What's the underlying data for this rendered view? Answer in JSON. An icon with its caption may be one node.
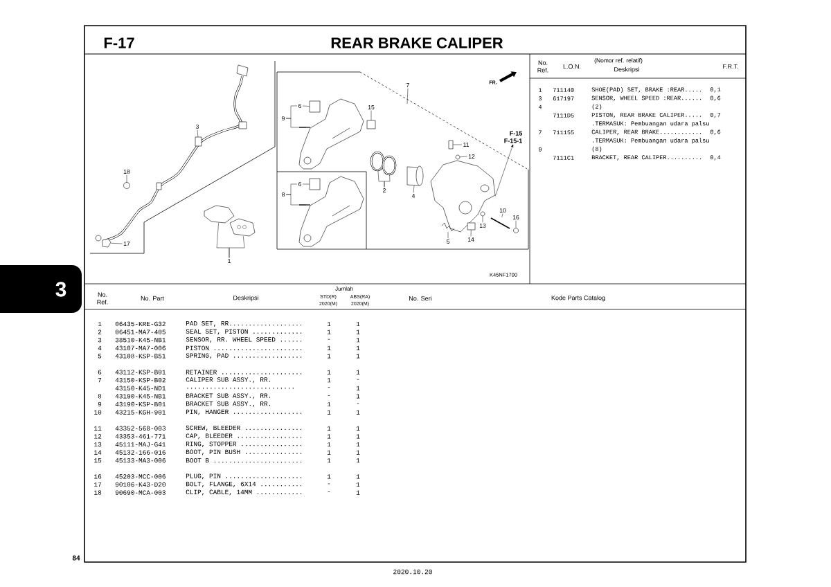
{
  "diagram": {
    "title": "REAR BRAKE CALIPER",
    "nodes": [
      {
        "text": [
          "3"
        ]
      },
      {
        "text": [
          "18"
        ]
      },
      {
        "text": [
          "17"
        ]
      },
      {
        "text": [
          "1"
        ]
      },
      {
        "text": [
          "7"
        ]
      },
      {
        "text": [
          "6"
        ]
      },
      {
        "text": [
          "9"
        ]
      },
      {
        "text": [
          "15"
        ]
      },
      {
        "text": [
          "2"
        ]
      },
      {
        "text": [
          "4"
        ]
      },
      {
        "text": [
          "11"
        ]
      },
      {
        "text": [
          "12"
        ]
      },
      {
        "text": [
          "F-15",
          "F-15-1"
        ]
      },
      {
        "text": [
          "6"
        ]
      },
      {
        "text": [
          "8"
        ]
      },
      {
        "text": [
          "10"
        ]
      },
      {
        "text": [
          "16"
        ]
      },
      {
        "text": [
          "13"
        ]
      },
      {
        "text": [
          "14"
        ]
      },
      {
        "text": [
          "5"
        ]
      },
      {
        "text": [],
        "shape": "box"
      },
      {
        "text": [],
        "shape": "circle"
      },
      {
        "text": [],
        "shape": "picture"
      },
      {
        "text": [],
        "shape": "picture"
      },
      {
        "text": [],
        "shape": "picture"
      },
      {
        "text": [],
        "shape": "box"
      },
      {
        "text": [],
        "shape": "picture"
      },
      {
        "text": [],
        "shape": "box"
      },
      {
        "text": [],
        "shape": "circle"
      },
      {
        "text": [],
        "shape": "circle"
      },
      {
        "text": [],
        "shape": "cylinder"
      },
      {
        "text": [],
        "shape": "box"
      },
      {
        "text": [],
        "shape": "circle"
      },
      {
        "text": [],
        "shape": "picture"
      },
      {
        "text": [],
        "shape": "box"
      },
      {
        "text": [],
        "shape": "picture"
      },
      {
        "text": [],
        "shape": "bar"
      },
      {
        "text": [],
        "shape": "circle"
      },
      {
        "text": [],
        "shape": "circle"
      },
      {
        "text": [],
        "shape": "box"
      },
      {
        "text": [],
        "shape": "picture"
      }
    ],
    "edges": [
      {
        "from": 0,
        "to": 20,
        "arrow": "none"
      },
      {
        "from": 1,
        "to": 21,
        "arrow": "none"
      },
      {
        "from": 2,
        "to": 22,
        "arrow": "none"
      },
      {
        "from": 3,
        "to": 23,
        "arrow": "none"
      },
      {
        "from": 3,
        "to": 24,
        "arrow": "none"
      },
      {
        "from": 4,
        "to": null,
        "arrow": "none"
      },
      {
        "from": 5,
        "to": 25,
        "arrow": "none"
      },
      {
        "from": 6,
        "to": 5,
        "arrow": "none"
      },
      {
        "from": 6,
        "to": 26,
        "arrow": "none"
      },
      {
        "from": 7,
        "to": 27,
        "arrow": "none"
      },
      {
        "from": 8,
        "to": 28,
        "arrow": "none"
      },
      {
        "from": 8,
        "to": 29,
        "arrow": "none"
      },
      {
        "from": 9,
        "to": 30,
        "arrow": "none"
      },
      {
        "from": 10,
        "to": 31,
        "arrow": "none"
      },
      {
        "from": 11,
        "to": 32,
        "arrow": "none"
      },
      {
        "from": 33,
        "to": 12,
        "arrow": "to"
      },
      {
        "from": 13,
        "to": 34,
        "arrow": "none"
      },
      {
        "from": 14,
        "to": 13,
        "arrow": "none"
      },
      {
        "from": 14,
        "to": 35,
        "arrow": "none"
      },
      {
        "from": 15,
        "to": 36,
        "arrow": "none"
      },
      {
        "from": 16,
        "to": 37,
        "arrow": "none"
      },
      {
        "from": 17,
        "to": 38,
        "arrow": "none"
      },
      {
        "from": 18,
        "to": 39,
        "arrow": "none"
      },
      {
        "from": 19,
        "to": 40,
        "arrow": "none"
      }
    ],
    "labels": [
      "F-17",
      "FR.",
      "K45NF1700",
      "No. Ref.",
      "L.O.N.",
      "(Nomor ref. relatif)",
      "Deskripsi",
      "F.R.T.",
      "1",
      "711140",
      "SHOE(PAD) SET, BRAKE :REAR.....",
      "0,1",
      "3",
      "617197",
      "SENSOR, WHEEL SPEED :REAR......",
      "0,6",
      "4",
      "(2)",
      "7111D5",
      "PISTON, REAR BRAKE CALIPER.....",
      "0,7",
      ".TERMASUK: Pembuangan udara palsu",
      "7",
      "711155",
      "CALIPER, REAR BRAKE............",
      "0,6",
      ".TERMASUK: Pembuangan udara palsu",
      "9",
      "(8)",
      "7111C1",
      "BRACKET, REAR CALIPER..........",
      "0,4",
      "No. Ref.",
      "No. Part",
      "Deskripsi",
      "Jumlah",
      "STD(R)",
      "ABS(RA)",
      "2020(M)",
      "2020(M)",
      "No. Seri",
      "Kode Parts Catalog",
      "1",
      "06435-KRE-G32",
      "PAD SET, RR...................",
      "1",
      "1",
      "2",
      "06451-MA7-405",
      "SEAL SET, PISTON .............",
      "1",
      "1",
      "3",
      "38510-K45-NB1",
      "SENSOR, RR. WHEEL SPEED ......",
      "-",
      "1",
      "4",
      "43107-MA7-006",
      "PISTON .......................",
      "1",
      "1",
      "5",
      "43108-KSP-B51",
      "SPRING, PAD ..................",
      "1",
      "1",
      "6",
      "43112-KSP-B01",
      "RETAINER .....................",
      "1",
      "1",
      "7",
      "43150-KSP-B02",
      "CALIPER SUB ASSY., RR.",
      "1",
      "-",
      "43150-K45-ND1",
      "............................",
      "-",
      "1",
      "8",
      "43190-K45-NB1",
      "BRACKET SUB ASSY., RR.",
      "-",
      "1",
      "9",
      "43190-KSP-B01",
      "BRACKET SUB ASSY., RR.",
      "1",
      "-",
      "10",
      "43215-KGH-901",
      "PIN, HANGER ..................",
      "1",
      "1",
      "11",
      "43352-568-003",
      "SCREW, BLEEDER ...............",
      "1",
      "1",
      "12",
      "43353-461-771",
      "CAP, BLEEDER .................",
      "1",
      "1",
      "13",
      "45111-MAJ-G41",
      "RING, STOPPER ................",
      "1",
      "1",
      "14",
      "45132-166-016",
      "BOOT, PIN BUSH ...............",
      "1",
      "1",
      "15",
      "45133-MA3-006",
      "BOOT B .......................",
      "1",
      "1",
      "16",
      "45203-MCC-006",
      "PLUG, PIN ....................",
      "1",
      "1",
      "17",
      "90106-K43-D20",
      "BOLT, FLANGE, 6X14 ...........",
      "-",
      "1",
      "18",
      "90690-MCA-003",
      "CLIP, CABLE, 14MM ............",
      "-",
      "1",
      "3",
      "84",
      "2020.10.20"
    ]
  }
}
